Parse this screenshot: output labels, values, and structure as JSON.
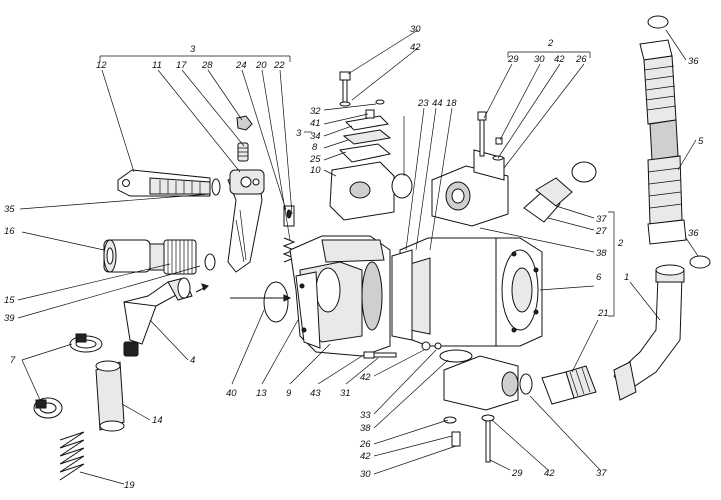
{
  "colors": {
    "ink": "#111111",
    "paper": "#ffffff",
    "shade": "#cfcfcf"
  },
  "labels": {
    "l1": "1",
    "l2a": "2",
    "l2b": "2",
    "l3a": "3",
    "l3b": "3",
    "l4": "4",
    "l5": "5",
    "l6": "6",
    "l7": "7",
    "l8": "8",
    "l9": "9",
    "l10": "10",
    "l11": "11",
    "l12": "12",
    "l13": "13",
    "l14": "14",
    "l15": "15",
    "l16": "16",
    "l17": "17",
    "l18": "18",
    "l19": "19",
    "l20": "20",
    "l21": "21",
    "l22": "22",
    "l23": "23",
    "l24": "24",
    "l25": "25",
    "l26a": "26",
    "l26b": "26",
    "l27": "27",
    "l28": "28",
    "l29a": "29",
    "l29b": "29",
    "l30a": "30",
    "l30b": "30",
    "l30c": "30",
    "l31": "31",
    "l32": "32",
    "l33": "33",
    "l34": "34",
    "l35": "35",
    "l36a": "36",
    "l36b": "36",
    "l37a": "37",
    "l37b": "37",
    "l38a": "38",
    "l38b": "38",
    "l39": "39",
    "l40": "40",
    "l41": "41",
    "l42a": "42",
    "l42b": "42",
    "l42c": "42",
    "l42d": "42",
    "l42e": "42",
    "l43": "43",
    "l44": "44"
  }
}
